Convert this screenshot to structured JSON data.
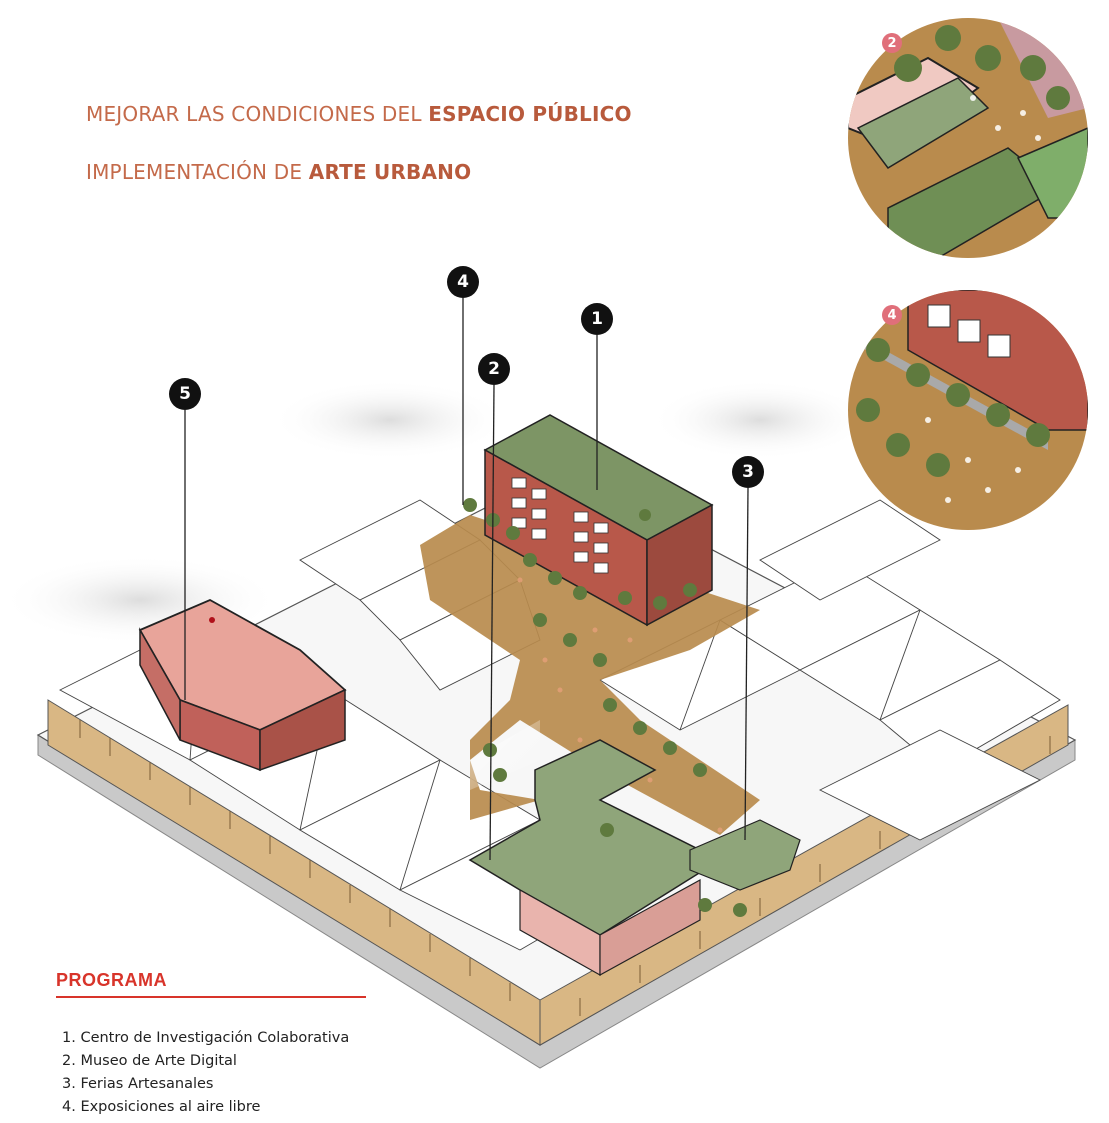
{
  "headlines": {
    "line1_prefix": "MEJORAR LAS CONDICIONES DEL ",
    "line1_bold": "ESPACIO PÚBLICO",
    "line2_prefix": "IMPLEMENTACIÓN DE ",
    "line2_bold": "ARTE URBANO"
  },
  "details": {
    "detail_a_badge": "2",
    "detail_b_badge": "4"
  },
  "markers": {
    "m1": "1",
    "m2": "2",
    "m3": "3",
    "m4": "4",
    "m5": "5"
  },
  "programa": {
    "title": "PROGRAMA",
    "items": [
      "1. Centro de Investigación Colaborativa",
      "2. Museo de Arte Digital",
      "3. Ferias Artesanales",
      "4. Exposiciones al aire libre"
    ]
  },
  "colors": {
    "headline": "#c46a4a",
    "accent_red": "#d8342a",
    "brick": "#b8584a",
    "roof_green": "#7d9565",
    "plaza": "#b98b4d",
    "pink_building": "#e8a49a",
    "facade": "#d9b784"
  }
}
